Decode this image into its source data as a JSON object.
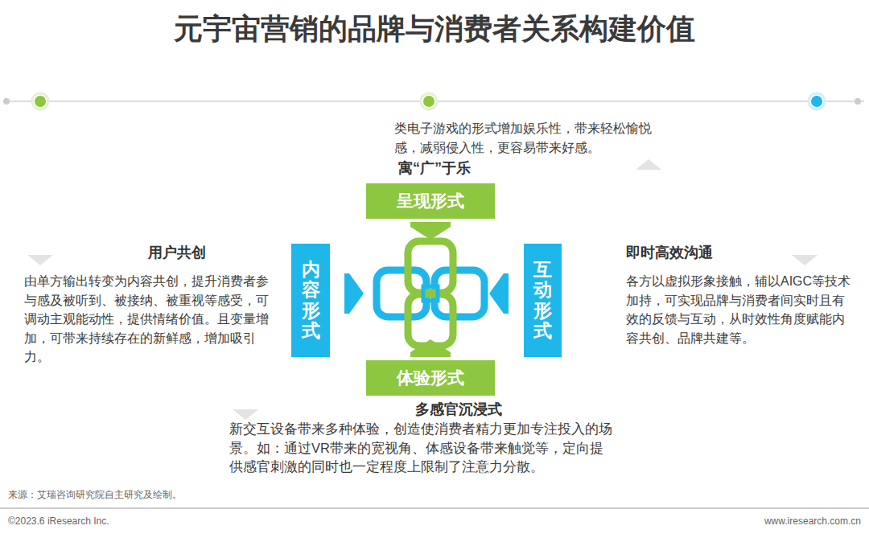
{
  "diagram": {
    "title": "元宇宙营销的品牌与消费者关系构建价值",
    "nodes": [
      {
        "text": [
          "呈现形式"
        ]
      },
      {
        "text": [
          "内容形式"
        ]
      },
      {
        "text": [
          "互动形式"
        ]
      },
      {
        "text": [
          "体验形式"
        ]
      }
    ],
    "labels": [
      "类电子游戏的形式增加娱乐性，带来轻松愉悦感，减弱侵入性，更容易带来好感。",
      "寓“广”于乐",
      "用户共创",
      "由单方输出转变为内容共创，提升消费者参与感及被听到、被接纳、被重视等感受，可调动主观能动性，提供情绪价值。且变量增加，可带来持续存在的新鲜感，增加吸引力。",
      "即时高效沟通",
      "各方以虚拟形象接触，辅以AIGC等技术加持，可实现品牌与消费者间实时且有效的反馈与互动，从时效性角度赋能内容共创、品牌共建等。",
      "多感官沉浸式",
      "新交互设备带来多种体验，创造使消费者精力更加专注投入的场景。如：通过VR带来的宽视角、体感设备带来触觉等，定向提供感官刺激的同时也一定程度上限制了注意力分散。",
      "来源：艾瑞咨询研究院自主研究及绘制。",
      "©2023.6 iResearch Inc.",
      "www.iresearch.com.cn"
    ]
  }
}
